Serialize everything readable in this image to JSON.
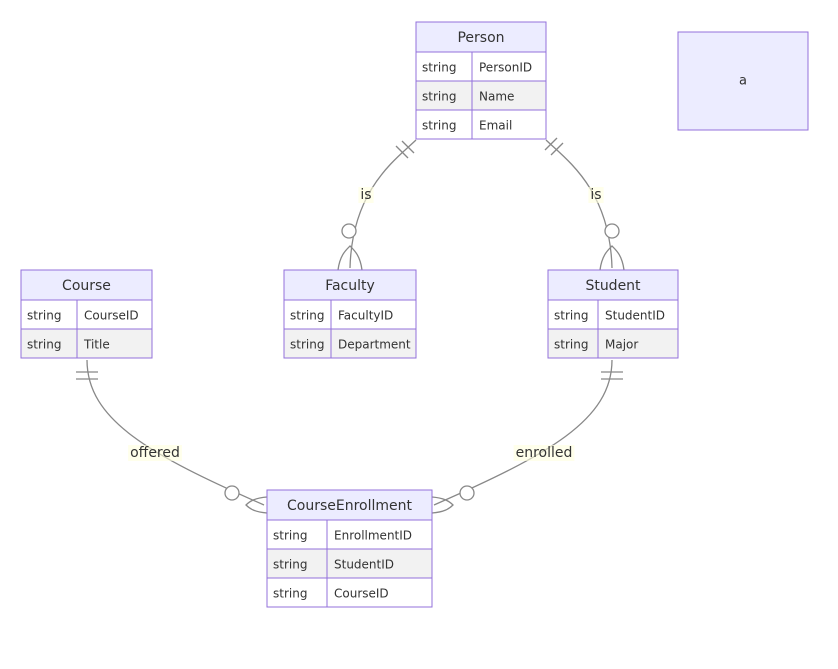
{
  "colors": {
    "entity_fill": "#ECECFF",
    "entity_border": "#9370DB",
    "row_odd": "#FFFFFF",
    "row_even": "#F2F2F2",
    "edge": "#888888",
    "label_bg": "#FFFFDE",
    "text": "#333333"
  },
  "entities": [
    {
      "id": "person",
      "title": "Person",
      "attributes": [
        [
          "string",
          "PersonID"
        ],
        [
          "string",
          "Name"
        ],
        [
          "string",
          "Email"
        ]
      ]
    },
    {
      "id": "faculty",
      "title": "Faculty",
      "attributes": [
        [
          "string",
          "FacultyID"
        ],
        [
          "string",
          "Department"
        ]
      ]
    },
    {
      "id": "student",
      "title": "Student",
      "attributes": [
        [
          "string",
          "StudentID"
        ],
        [
          "string",
          "Major"
        ]
      ]
    },
    {
      "id": "course",
      "title": "Course",
      "attributes": [
        [
          "string",
          "CourseID"
        ],
        [
          "string",
          "Title"
        ]
      ]
    },
    {
      "id": "courseenrollment",
      "title": "CourseEnrollment",
      "attributes": [
        [
          "string",
          "EnrollmentID"
        ],
        [
          "string",
          "StudentID"
        ],
        [
          "string",
          "CourseID"
        ]
      ]
    }
  ],
  "relationships": [
    {
      "id": "person-faculty",
      "from": "person",
      "to": "faculty",
      "label": "is",
      "from_card": "exactly-one",
      "to_card": "zero-or-more"
    },
    {
      "id": "person-student",
      "from": "person",
      "to": "student",
      "label": "is",
      "from_card": "exactly-one",
      "to_card": "zero-or-more"
    },
    {
      "id": "course-enrollment",
      "from": "course",
      "to": "courseenrollment",
      "label": "offered",
      "from_card": "exactly-one",
      "to_card": "zero-or-more"
    },
    {
      "id": "student-enrollment",
      "from": "student",
      "to": "courseenrollment",
      "label": "enrolled",
      "from_card": "exactly-one",
      "to_card": "zero-or-more"
    }
  ],
  "note": {
    "text": "a"
  }
}
